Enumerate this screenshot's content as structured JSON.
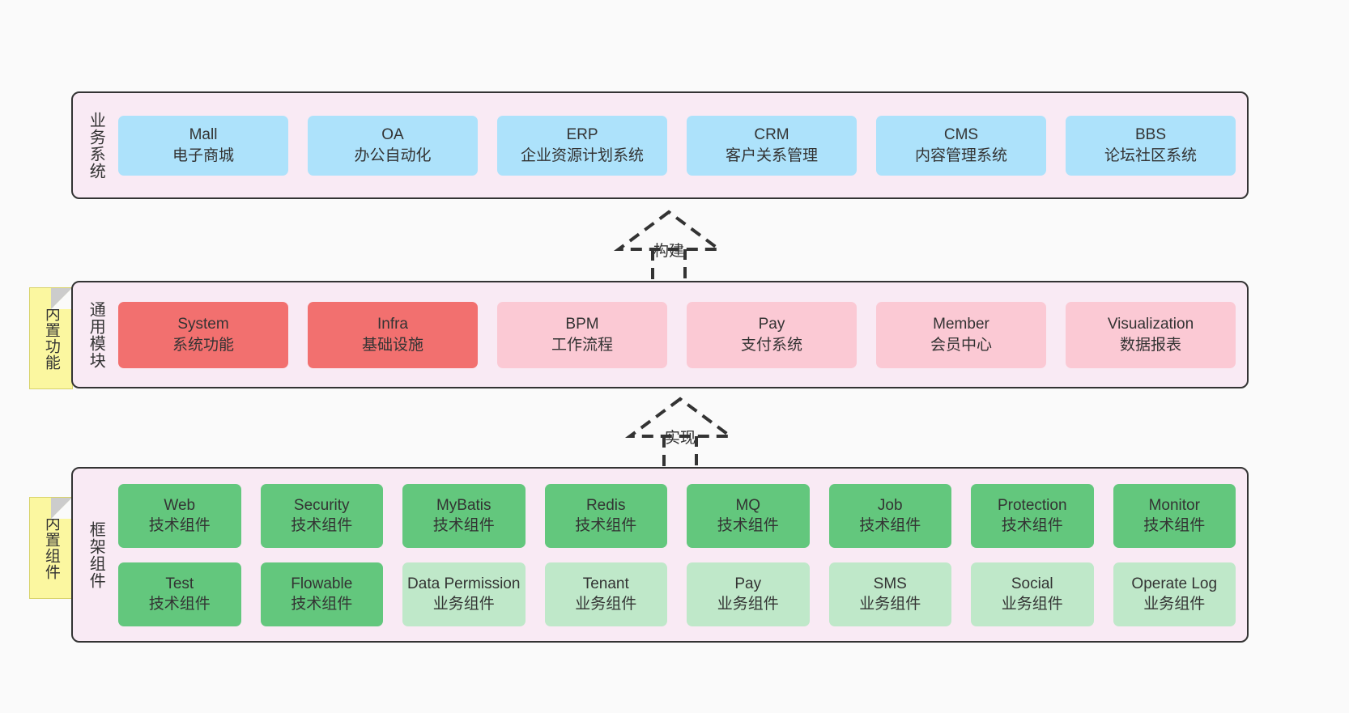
{
  "canvas": {
    "background": "#fafafa",
    "layer_fill": "#f9eaf4",
    "layer_border": "#333333",
    "note_fill": "#fbf7a0"
  },
  "layers": [
    {
      "id": "business",
      "title": "业务系统",
      "card_color": "#ade2fb",
      "rows": [
        [
          {
            "name": "Mall",
            "desc": "电子商城",
            "style": "c-blue"
          },
          {
            "name": "OA",
            "desc": "办公自动化",
            "style": "c-blue"
          },
          {
            "name": "ERP",
            "desc": "企业资源计划系统",
            "style": "c-blue"
          },
          {
            "name": "CRM",
            "desc": "客户关系管理",
            "style": "c-blue"
          },
          {
            "name": "CMS",
            "desc": "内容管理系统",
            "style": "c-blue"
          },
          {
            "name": "BBS",
            "desc": "论坛社区系统",
            "style": "c-blue"
          }
        ]
      ]
    },
    {
      "id": "common",
      "title": "通用模块",
      "note": "内置功能",
      "rows": [
        [
          {
            "name": "System",
            "desc": "系统功能",
            "style": "c-red"
          },
          {
            "name": "Infra",
            "desc": "基础设施",
            "style": "c-red"
          },
          {
            "name": "BPM",
            "desc": "工作流程",
            "style": "c-pink"
          },
          {
            "name": "Pay",
            "desc": "支付系统",
            "style": "c-pink"
          },
          {
            "name": "Member",
            "desc": "会员中心",
            "style": "c-pink"
          },
          {
            "name": "Visualization",
            "desc": "数据报表",
            "style": "c-pink"
          }
        ]
      ]
    },
    {
      "id": "framework",
      "title": "框架组件",
      "note": "内置组件",
      "rows": [
        [
          {
            "name": "Web",
            "desc": "技术组件",
            "style": "c-green"
          },
          {
            "name": "Security",
            "desc": "技术组件",
            "style": "c-green"
          },
          {
            "name": "MyBatis",
            "desc": "技术组件",
            "style": "c-green"
          },
          {
            "name": "Redis",
            "desc": "技术组件",
            "style": "c-green"
          },
          {
            "name": "MQ",
            "desc": "技术组件",
            "style": "c-green"
          },
          {
            "name": "Job",
            "desc": "技术组件",
            "style": "c-green"
          },
          {
            "name": "Protection",
            "desc": "技术组件",
            "style": "c-green"
          },
          {
            "name": "Monitor",
            "desc": "技术组件",
            "style": "c-green"
          }
        ],
        [
          {
            "name": "Test",
            "desc": "技术组件",
            "style": "c-green"
          },
          {
            "name": "Flowable",
            "desc": "技术组件",
            "style": "c-green"
          },
          {
            "name": "Data Permission",
            "desc": "业务组件",
            "style": "c-greenlight"
          },
          {
            "name": "Tenant",
            "desc": "业务组件",
            "style": "c-greenlight"
          },
          {
            "name": "Pay",
            "desc": "业务组件",
            "style": "c-greenlight"
          },
          {
            "name": "SMS",
            "desc": "业务组件",
            "style": "c-greenlight"
          },
          {
            "name": "Social",
            "desc": "业务组件",
            "style": "c-greenlight"
          },
          {
            "name": "Operate Log",
            "desc": "业务组件",
            "style": "c-greenlight"
          }
        ]
      ]
    }
  ],
  "connectors": [
    {
      "id": "build",
      "label": "构建"
    },
    {
      "id": "realize",
      "label": "实现"
    }
  ]
}
